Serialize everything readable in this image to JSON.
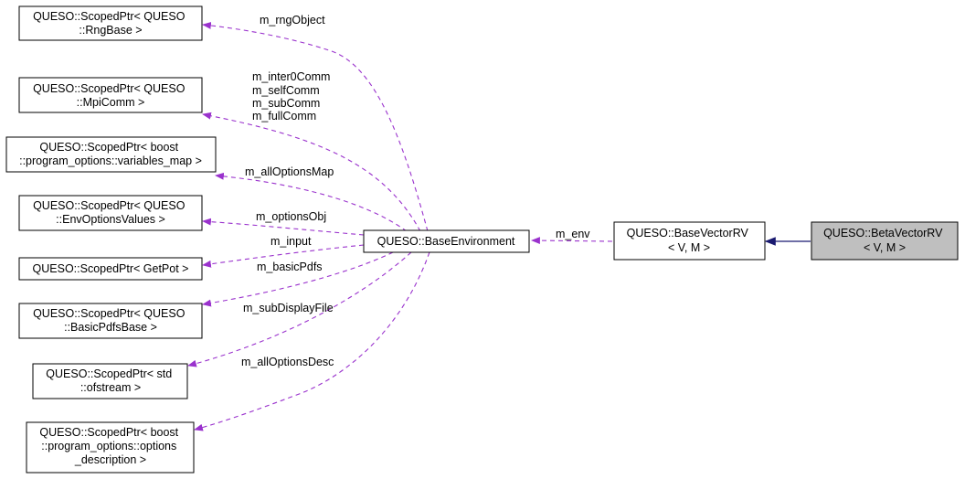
{
  "colors": {
    "usage_edge": "#9a32cd",
    "inherit_edge": "#191970",
    "highlight_fill": "#bfbfbf"
  },
  "nodes": {
    "rng": [
      "QUESO::ScopedPtr< QUESO",
      "::RngBase >"
    ],
    "mpi": [
      "QUESO::ScopedPtr< QUESO",
      "::MpiComm >"
    ],
    "varmap": [
      "QUESO::ScopedPtr< boost",
      "::program_options::variables_map >"
    ],
    "envopts": [
      "QUESO::ScopedPtr< QUESO",
      "::EnvOptionsValues >"
    ],
    "getpot": [
      "QUESO::ScopedPtr< GetPot >"
    ],
    "basicpdfs": [
      "QUESO::ScopedPtr< QUESO",
      "::BasicPdfsBase >"
    ],
    "ofstream": [
      "QUESO::ScopedPtr< std",
      "::ofstream >"
    ],
    "optdesc": [
      "QUESO::ScopedPtr< boost",
      "::program_options::options",
      "_description >"
    ],
    "baseenv": [
      "QUESO::BaseEnvironment"
    ],
    "basevec": [
      "QUESO::BaseVectorRV",
      "< V, M >"
    ],
    "betavec": [
      "QUESO::BetaVectorRV",
      "< V, M >"
    ]
  },
  "edge_labels": {
    "rng": [
      "m_rngObject"
    ],
    "mpi": [
      "m_inter0Comm",
      "m_selfComm",
      "m_subComm",
      "m_fullComm"
    ],
    "varmap": [
      "m_allOptionsMap"
    ],
    "envopts": [
      "m_optionsObj"
    ],
    "getpot": [
      "m_input"
    ],
    "basicpdfs": [
      "m_basicPdfs"
    ],
    "ofstream": [
      "m_subDisplayFile"
    ],
    "optdesc": [
      "m_allOptionsDesc"
    ],
    "env": [
      "m_env"
    ]
  }
}
